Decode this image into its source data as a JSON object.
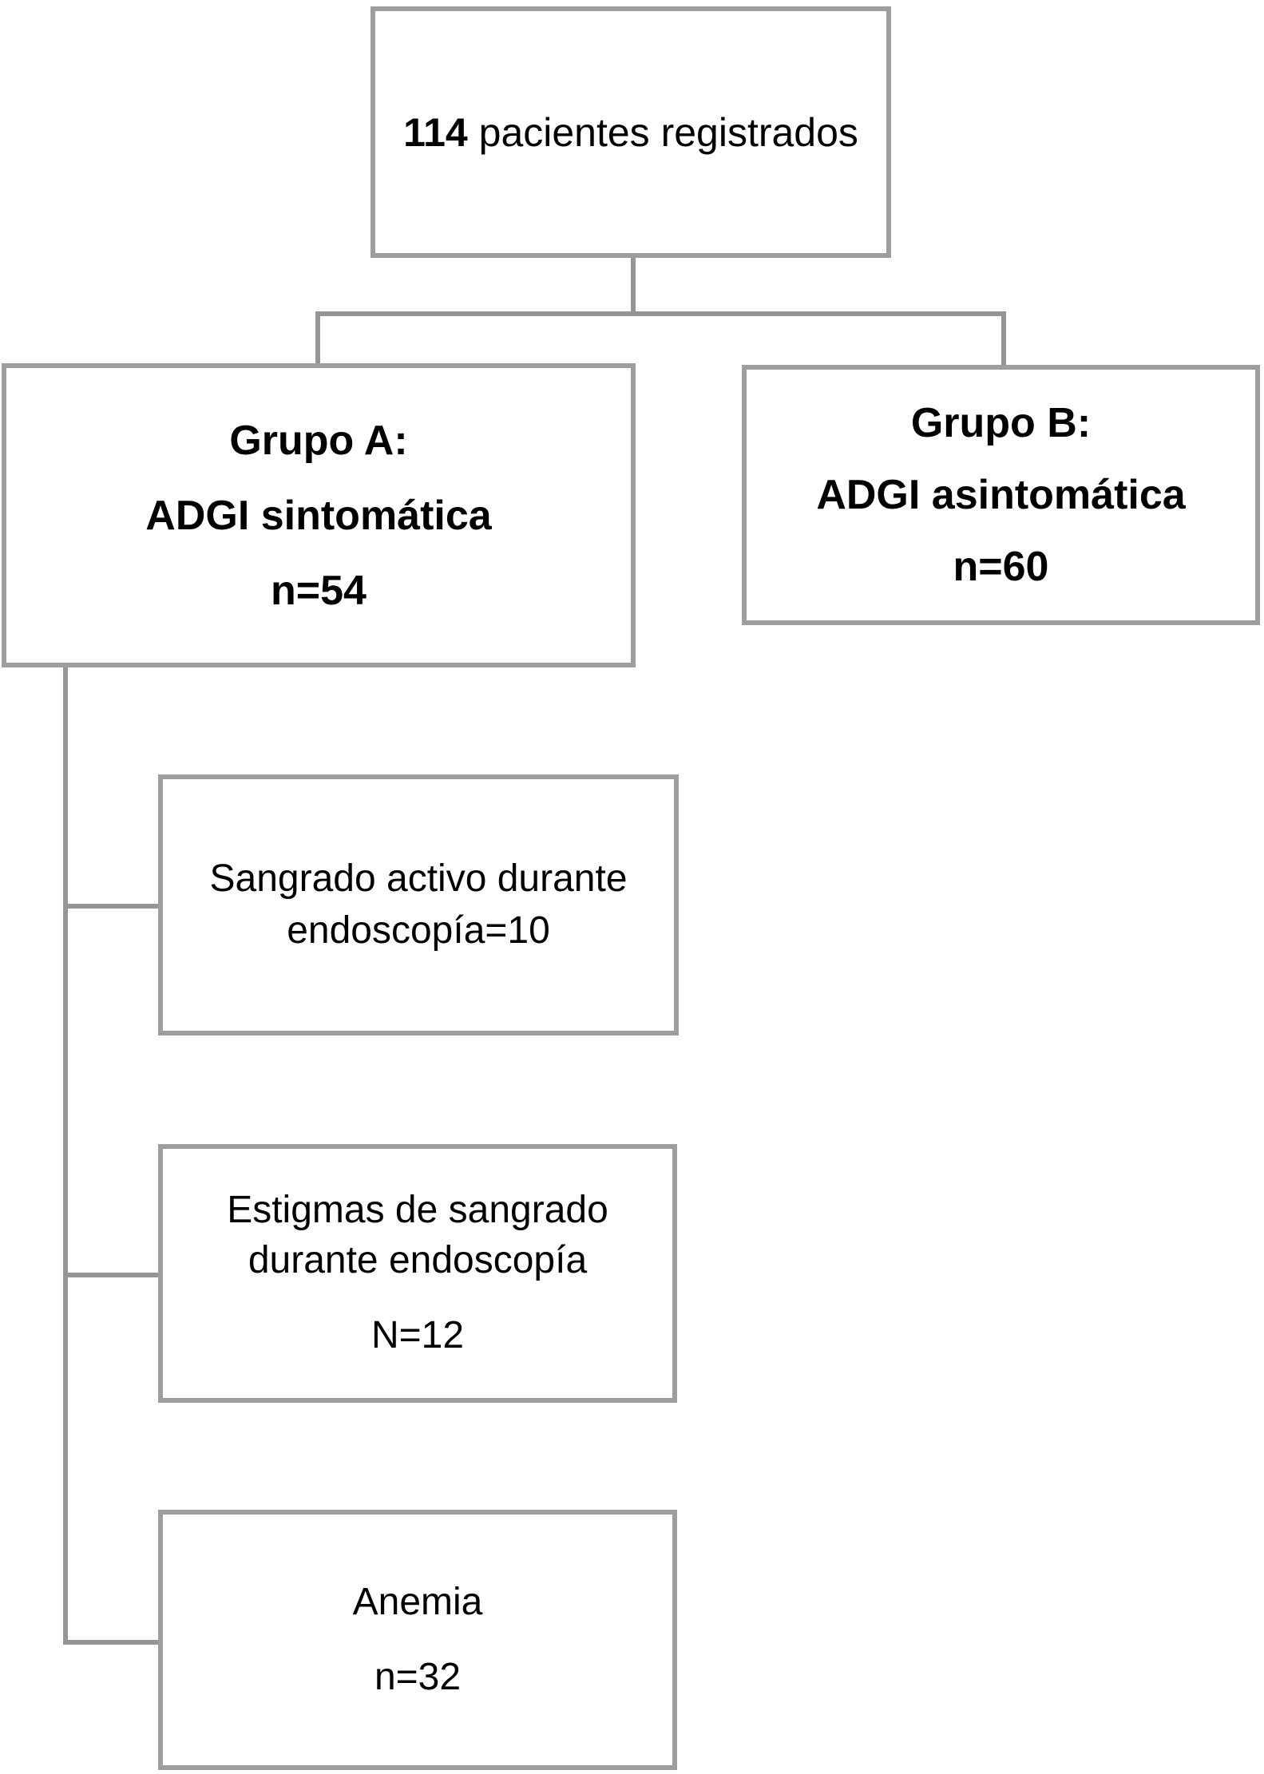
{
  "diagram": {
    "registered": {
      "count": "114",
      "label": " pacientes registrados"
    },
    "group_a": {
      "line1": "Grupo A:",
      "line2": "ADGI sintomática",
      "line3": "n=54"
    },
    "group_b": {
      "line1": "Grupo B:",
      "line2": "ADGI asintomática",
      "line3": "n=60"
    },
    "outcome_active_bleeding": {
      "line1": "Sangrado activo durante",
      "line2": "endoscopía=10"
    },
    "outcome_stigmata": {
      "line1": "Estigmas de sangrado",
      "line2": "durante endoscopía",
      "line3": "N=12"
    },
    "outcome_anemia": {
      "line1": "Anemia",
      "line2": "n=32"
    },
    "colors": {
      "border": "#9c9ea0",
      "connector": "#939597",
      "text": "#000000",
      "background": "#ffffff"
    }
  }
}
